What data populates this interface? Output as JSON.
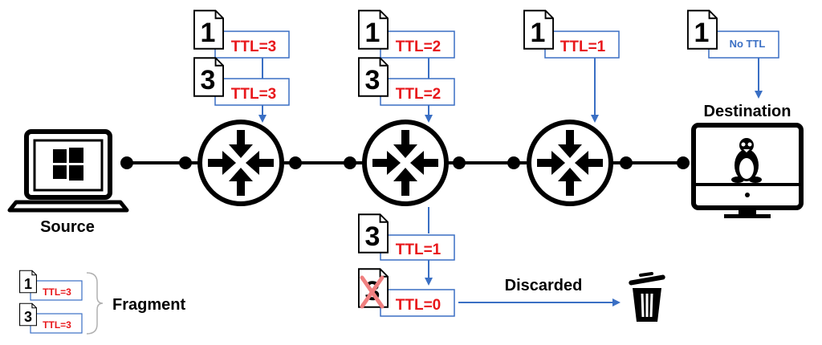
{
  "labels": {
    "source": "Source",
    "destination": "Destination",
    "discarded": "Discarded",
    "fragment": "Fragment"
  },
  "colors": {
    "ttl_text": "#e8171b",
    "arrow": "#3a6fc4",
    "box_border": "#3a6fc4",
    "no_ttl_text": "#3a6fc4",
    "discard_cross": "#f08080"
  },
  "icons": {
    "source": "windows-laptop-icon",
    "router": "router-icon",
    "destination": "linux-monitor-icon",
    "trash": "trash-can-icon",
    "fragment": "document-page-icon"
  },
  "hop1": {
    "frag_a": {
      "num": "1",
      "ttl": "TTL=3"
    },
    "frag_b": {
      "num": "3",
      "ttl": "TTL=3"
    }
  },
  "hop2": {
    "frag_a": {
      "num": "1",
      "ttl": "TTL=2"
    },
    "frag_b": {
      "num": "3",
      "ttl": "TTL=2"
    }
  },
  "hop3": {
    "frag_a": {
      "num": "1",
      "ttl": "TTL=1"
    }
  },
  "dest": {
    "frag_a": {
      "num": "1",
      "ttl": "No TTL"
    }
  },
  "discard_path": {
    "frag_a": {
      "num": "3",
      "ttl": "TTL=1"
    },
    "frag_b": {
      "num": "3",
      "ttl": "TTL=0"
    }
  },
  "legend": {
    "frag_a": {
      "num": "1",
      "ttl": "TTL=3"
    },
    "frag_b": {
      "num": "3",
      "ttl": "TTL=3"
    }
  }
}
